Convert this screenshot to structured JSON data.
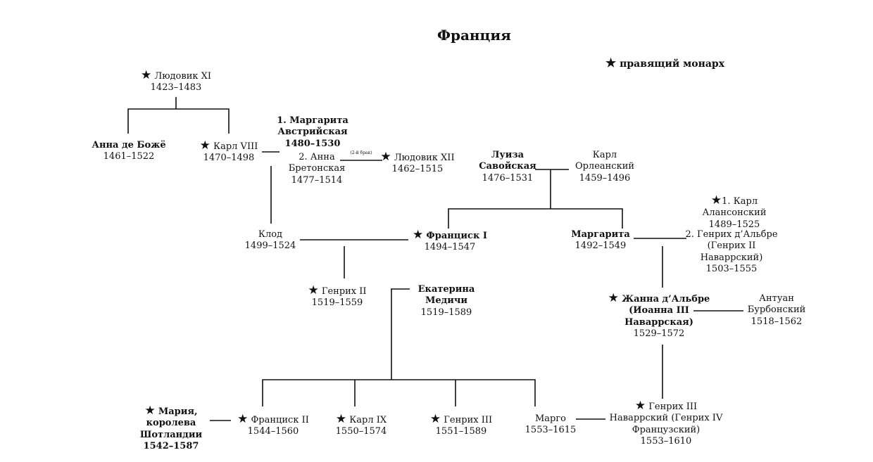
{
  "title": "Франция",
  "legend": {
    "star": "★",
    "label": "правящий монарх"
  },
  "marriage_note": "(2-й брак)",
  "people": {
    "louis11": {
      "star": "★",
      "name": "Людовик XI",
      "years": "1423–1483"
    },
    "anne_beaujeu": {
      "name": "Анна де Божё",
      "years": "1461–1522"
    },
    "charles8": {
      "star": "★",
      "name": "Карл VIII",
      "years": "1470–1498"
    },
    "margaret_austria": {
      "l1": "1. Маргарита",
      "l2": "Австрийская",
      "years": "1480–1530"
    },
    "anne_brittany": {
      "l1": "2. Анна",
      "l2": "Бретонская",
      "years": "1477–1514"
    },
    "louis12": {
      "star": "★",
      "name": "Людовик XII",
      "years": "1462–1515"
    },
    "louise_savoy": {
      "l1": "Луиза",
      "l2": "Савойская",
      "years": "1476–1531"
    },
    "charles_orleans": {
      "l1": "Карл",
      "l2": "Орлеанский",
      "years": "1459–1496"
    },
    "claude": {
      "name": "Клод",
      "years": "1499–1524"
    },
    "francis1": {
      "star": "★",
      "name": "Франциск I",
      "years": "1494–1547"
    },
    "marguerite": {
      "name": "Маргарита",
      "years": "1492–1549"
    },
    "charles_alencon": {
      "star": "★",
      "l1": "1. Карл",
      "l2": "Алансонский",
      "years": "1489–1525"
    },
    "henri_albret": {
      "l1": "2. Генрих д’Альбре",
      "l2": "(Генрих II",
      "l3": "Наваррский)",
      "years": "1503–1555"
    },
    "henry2": {
      "star": "★",
      "name": "Генрих II",
      "years": "1519–1559"
    },
    "catherine": {
      "l1": "Екатерина",
      "l2": "Медичи",
      "years": "1519–1589"
    },
    "jeanne": {
      "star": "★",
      "l1": "Жанна д’Альбре",
      "l2": "(Иоанна III",
      "l3": "Наваррская)",
      "years": "1529–1572"
    },
    "antoine": {
      "l1": "Антуан",
      "l2": "Бурбонский",
      "years": "1518–1562"
    },
    "mary": {
      "star": "★",
      "l1": "Мария,",
      "l2": "королева",
      "l3": "Шотландии",
      "years": "1542–1587"
    },
    "francis2": {
      "star": "★",
      "name": "Франциск II",
      "years": "1544–1560"
    },
    "charles9": {
      "star": "★",
      "name": "Карл IX",
      "years": "1550–1574"
    },
    "henry3": {
      "star": "★",
      "name": "Генрих III",
      "years": "1551–1589"
    },
    "margot": {
      "name": "Марго",
      "years": "1553–1615"
    },
    "henry4": {
      "star": "★",
      "l1": "Генрих III",
      "l2": "Наваррский (Генрих IV",
      "l3": "Французский)",
      "years": "1553–1610"
    }
  }
}
